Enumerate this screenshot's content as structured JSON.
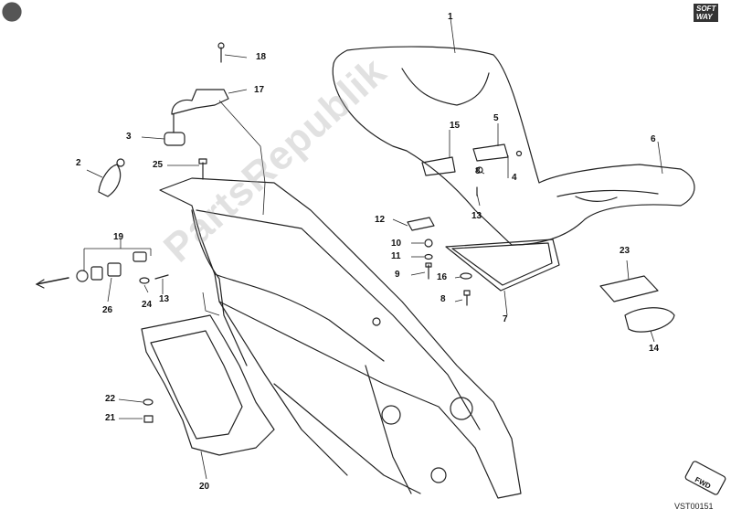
{
  "watermark": "PartsRepublik",
  "drawing_code": "VST00151",
  "fwd_label": "FWD",
  "logo": {
    "line1": "SOFT",
    "line2": "WAY"
  },
  "labels": {
    "l1": "1",
    "l2": "2",
    "l3": "3",
    "l4": "4",
    "l5": "5",
    "l6": "6",
    "l7": "7",
    "l8a": "8",
    "l8b": "8",
    "l9": "9",
    "l10": "10",
    "l11": "11",
    "l12": "12",
    "l13a": "13",
    "l13b": "13",
    "l14": "14",
    "l15": "15",
    "l16": "16",
    "l17": "17",
    "l18": "18",
    "l19": "19",
    "l20": "20",
    "l21": "21",
    "l22": "22",
    "l23": "23",
    "l24": "24",
    "l25": "25",
    "l26": "26"
  }
}
